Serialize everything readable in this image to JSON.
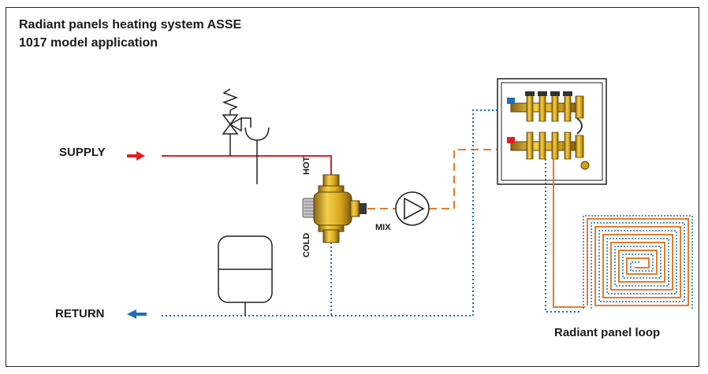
{
  "title_line1": "Radiant panels heating system ASSE",
  "title_line2": "1017 model application",
  "labels": {
    "supply": "SUPPLY",
    "return": "RETURN",
    "hot": "HOT",
    "cold": "COLD",
    "mix": "MIX",
    "radiant_loop": "Radiant panel loop"
  },
  "colors": {
    "supply_line": "#e02020",
    "return_line": "#1e6fb8",
    "mix_line": "#e87a2a",
    "valve_brass": "#d4a017"
  },
  "icons": [
    "arrow-right-icon",
    "arrow-left-icon",
    "safety-relief-valve-icon",
    "drain-funnel-icon",
    "expansion-tank-icon",
    "thermostatic-mixing-valve-icon",
    "circulator-pump-icon",
    "manifold-icon",
    "radiant-loop-icon"
  ]
}
